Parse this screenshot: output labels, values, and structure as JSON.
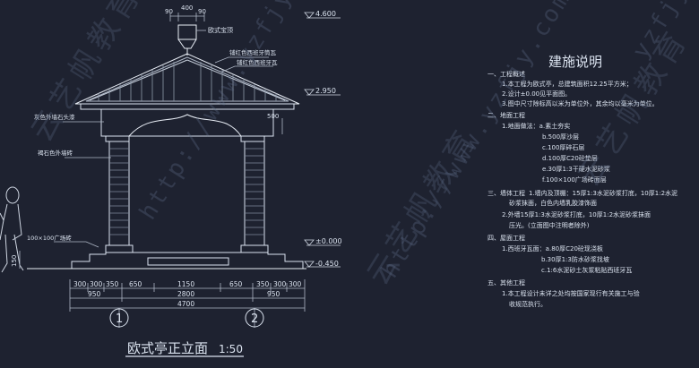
{
  "drawing": {
    "title": "欧式亭正立面",
    "scale": "1:50",
    "watermark_url": "http://www.yzfjy.com",
    "watermark_brand": "云艺帆教育",
    "watermark_corner": "yzfjy"
  },
  "elevations": {
    "top": "4.600",
    "eave": "2.950",
    "ground": "±0.000",
    "base": "-0.450"
  },
  "top_dims": {
    "left": "90",
    "center": "400",
    "right": "90"
  },
  "side_dims": {
    "mid": "500",
    "low": "150"
  },
  "dims": {
    "row1": [
      "300",
      "300",
      "350",
      "650",
      "1150",
      "650",
      "350",
      "300",
      "300"
    ],
    "row2": [
      "950",
      "2800",
      "950"
    ],
    "total": "4700"
  },
  "axes": [
    "1",
    "2"
  ],
  "labels": {
    "finial": "欧式宝顶",
    "tile1": "铺红色西班牙筒瓦",
    "tile2": "铺红色西班牙瓦",
    "beam": "灰色外墙石头漆",
    "column": "褐石色外墙砖",
    "floor": "100×100广场砖"
  },
  "notes": {
    "heading": "建施说明",
    "sections": [
      {
        "title": "一、工程概述",
        "items": [
          "1.本工程为欧式亭，总建筑面积12.25平方米；",
          "2.设计±0.00见平面图。",
          "3.图中尺寸除标高以米为单位外，其余均以毫米为单位。"
        ]
      },
      {
        "title": "二、地面工程",
        "items": [
          "1.地面做法：a.素土夯实",
          "b.500厚沙层",
          "c.100厚碎石层",
          "d.100厚C20砼垫层",
          "e.30厚1:3干硬水泥砂浆",
          "f.100×100广场砖面层"
        ]
      },
      {
        "title": "三、墙体工程",
        "items": [
          "1.墙内及顶棚：15厚1:3水泥砂浆打底，10厚1:2水泥",
          "砂浆抹面，白色内墙乳胶漆饰面",
          "2.外墙15厚1:3水泥砂浆打底，10厚1:2水泥砂浆抹面",
          "压光。(立面图中注明者除外)"
        ]
      },
      {
        "title": "四、屋面工程",
        "items": [
          "1.西班牙瓦面：a.80厚C20砼现浇板",
          "b.30厚1:3防水砂浆找坡",
          "c.1:6水泥砂土灰浆粘贴西班牙瓦"
        ]
      },
      {
        "title": "五、其他工程",
        "items": [
          "1.本工程设计未详之处均按国家现行有关施工与验",
          "收规范执行。"
        ]
      }
    ]
  }
}
